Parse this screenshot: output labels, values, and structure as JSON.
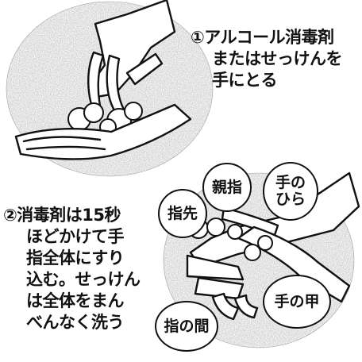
{
  "step1": {
    "lines": [
      "①アルコール消毒剤",
      "またはせっけんを",
      "手にとる"
    ]
  },
  "step2": {
    "lines": [
      "②消毒剤は15秒",
      "ほどかけて手",
      "指全体にすり",
      "込む。せっけん",
      "は全体をまん",
      "べんなく洗う"
    ]
  },
  "labels": {
    "oyayubi": "親指",
    "tenohira_1": "手の",
    "tenohira_2": "ひら",
    "yubisaki": "指先",
    "tenokou": "手の甲",
    "yubinoma": "指の間"
  },
  "colors": {
    "ink": "#111111",
    "shading": "#8c8c8c",
    "paper": "#ffffff"
  }
}
